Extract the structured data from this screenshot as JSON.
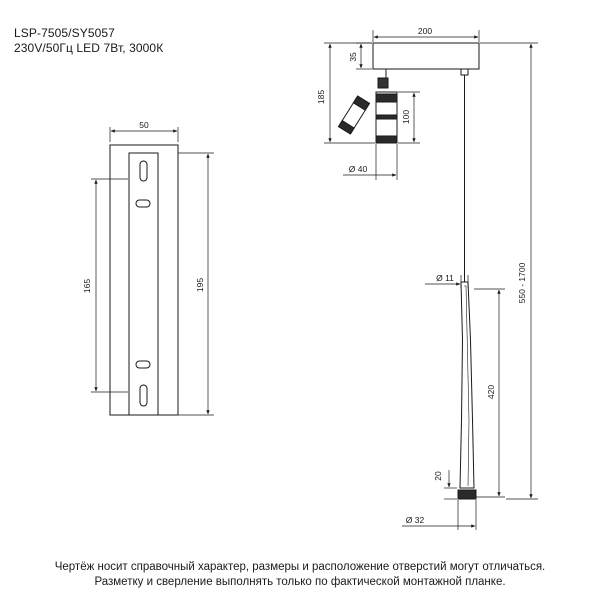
{
  "header": {
    "model": "LSP-7505/SY5057",
    "specs": "230V/50Гц  LED 7Вт, 3000К"
  },
  "plate_dims": {
    "width": "50",
    "hole_spacing": "165",
    "height": "195"
  },
  "pendant_dims": {
    "canopy_width": "200",
    "canopy_height": "35",
    "spot_height": "185",
    "spot_body": "100",
    "spot_diameter": "Ø 40",
    "shade_top_diameter": "Ø 11",
    "shade_length": "420",
    "drop_range": "550 - 1700",
    "lens_height": "20",
    "shade_bottom_diameter": "Ø 32"
  },
  "footer": {
    "line1": "Чертёж носит справочный характер, размеры и расположение отверстий могут отличаться.",
    "line2": "Разметку и сверление выполнять только по фактической монтажной планке."
  }
}
